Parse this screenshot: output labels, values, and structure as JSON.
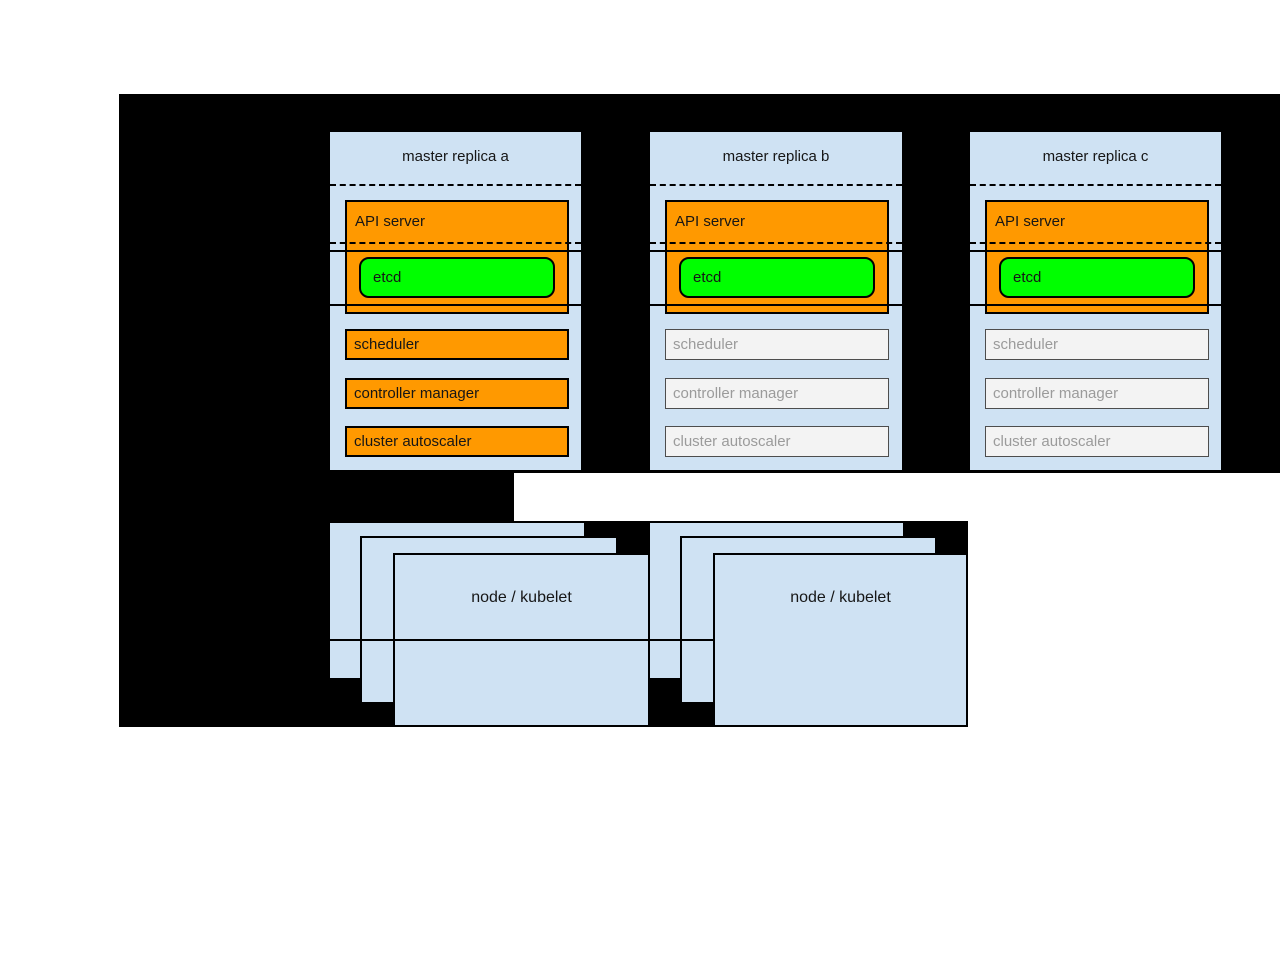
{
  "colors": {
    "diagram_background": "#000000",
    "box_fill": "#cfe2f3",
    "active_fill": "#ff9900",
    "etcd_fill": "#00ff00",
    "inactive_fill": "#f3f3f3",
    "inactive_text": "#9b9b9b",
    "inactive_border": "#4d4d4d",
    "border": "#000000"
  },
  "masters": [
    {
      "title": "master replica a",
      "api_server_label": "API server",
      "etcd_label": "etcd",
      "components": [
        {
          "label": "scheduler",
          "active": true
        },
        {
          "label": "controller manager",
          "active": true
        },
        {
          "label": "cluster autoscaler",
          "active": true
        }
      ]
    },
    {
      "title": "master replica b",
      "api_server_label": "API server",
      "etcd_label": "etcd",
      "components": [
        {
          "label": "scheduler",
          "active": false
        },
        {
          "label": "controller manager",
          "active": false
        },
        {
          "label": "cluster autoscaler",
          "active": false
        }
      ]
    },
    {
      "title": "master replica c",
      "api_server_label": "API server",
      "etcd_label": "etcd",
      "components": [
        {
          "label": "scheduler",
          "active": false
        },
        {
          "label": "controller manager",
          "active": false
        },
        {
          "label": "cluster autoscaler",
          "active": false
        }
      ]
    }
  ],
  "node_stacks": [
    {
      "label": "node / kubelet",
      "stacked_boxes": 3
    },
    {
      "label": "node / kubelet",
      "stacked_boxes": 3
    }
  ]
}
